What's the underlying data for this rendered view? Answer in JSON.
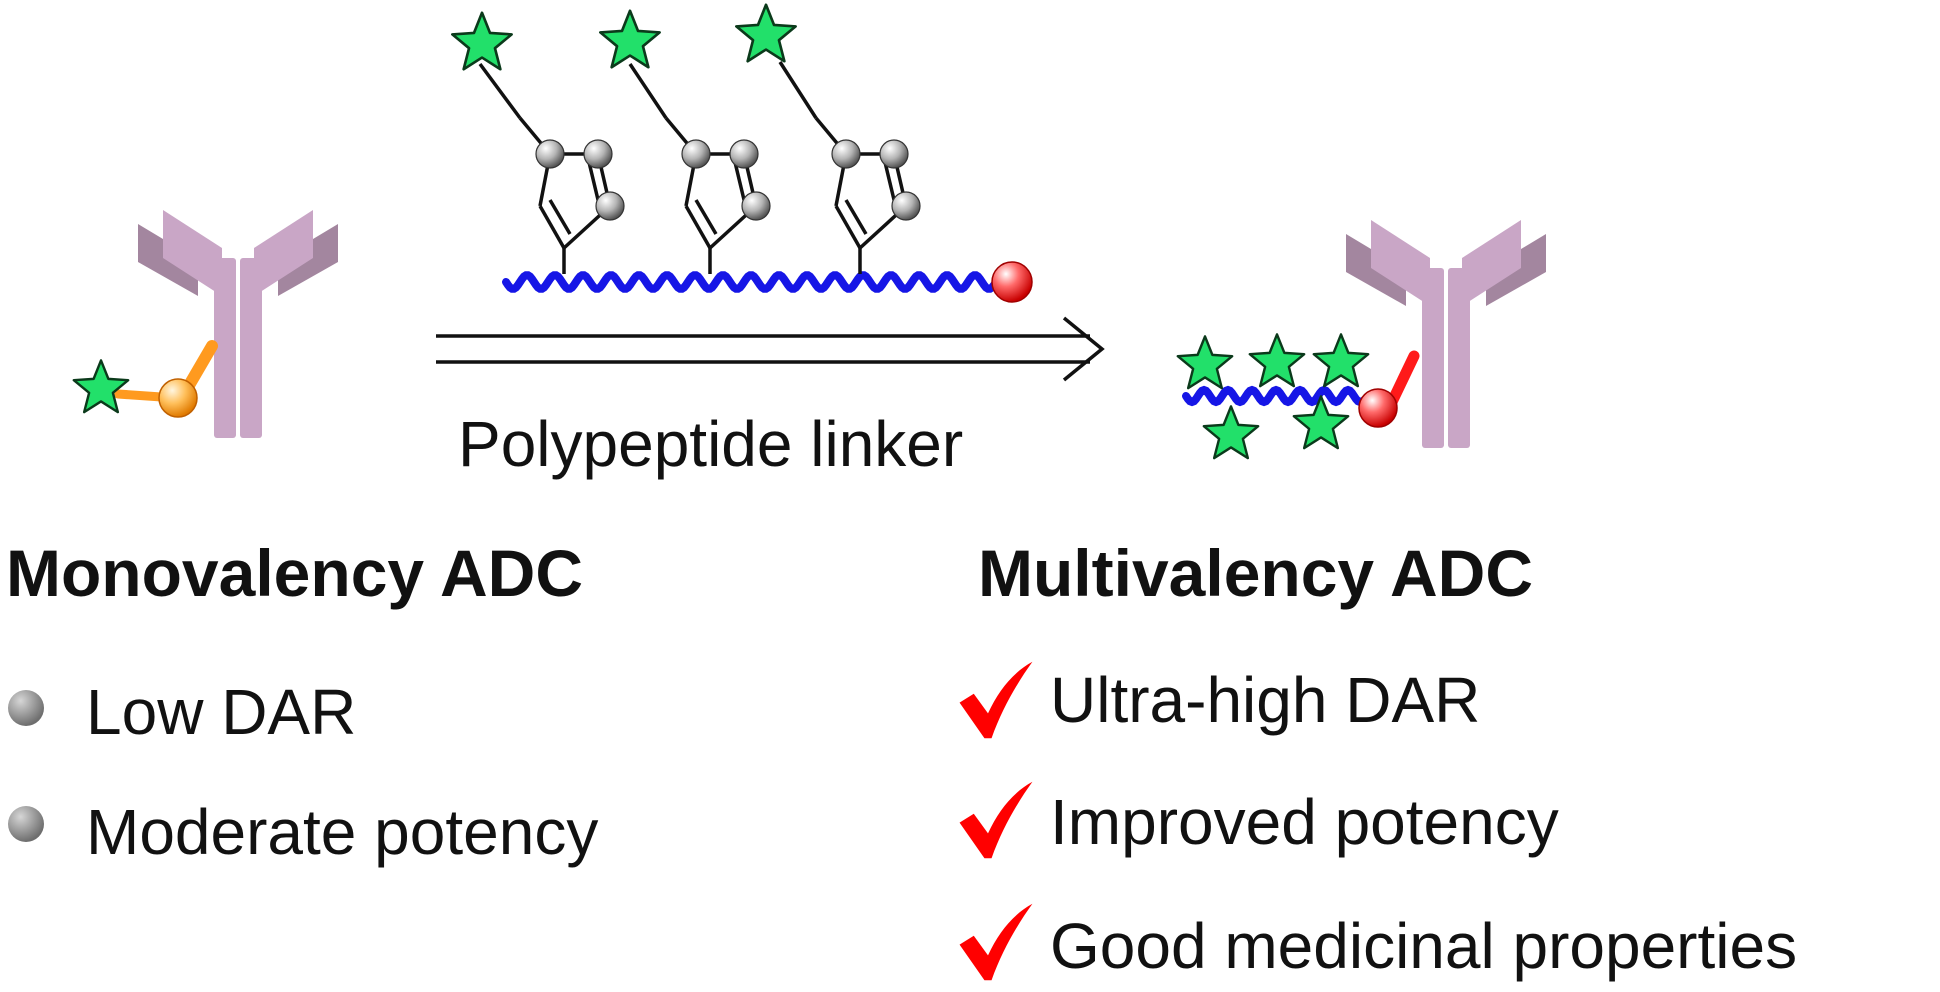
{
  "arrow_label": "Polypeptide linker",
  "monovalency": {
    "heading": "Monovalency ADC",
    "items": [
      "Low DAR",
      "Moderate potency"
    ]
  },
  "multivalency": {
    "heading": "Multivalency ADC",
    "items": [
      "Ultra-high DAR",
      "Improved potency",
      "Good medicinal properties"
    ]
  },
  "colors": {
    "antibody_light": "#c9a6c6",
    "antibody_dark": "#a3869f",
    "payload_star": "#22e06a",
    "polypeptide_chain": "#1616e6",
    "mono_linker": "#ff9a1f",
    "multi_linker": "#ff1a1a",
    "check_mark": "#ff0000",
    "bullet": "#9a9a9a",
    "atom": "#a8a8a8"
  },
  "icons": [
    "antibody-icon",
    "payload-star-icon",
    "check-icon",
    "bullet-dot-icon",
    "double-arrow-icon",
    "cyclopentadiene-icon"
  ]
}
